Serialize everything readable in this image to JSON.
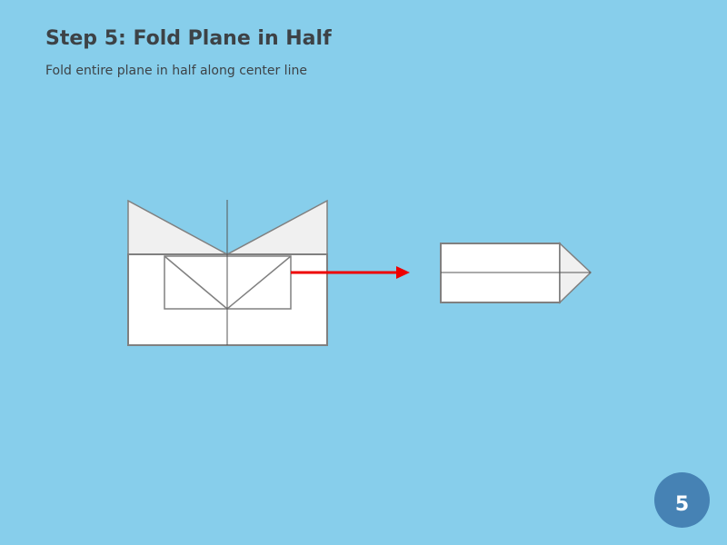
{
  "header": {
    "title": "Step 5: Fold Plane in Half",
    "instruction": "Fold entire plane in half along center line"
  },
  "step_badge": {
    "number": "5"
  },
  "colors": {
    "background": "#87CEEB",
    "paper": "#FFFFFF",
    "folded_flap": "#F0F0F0",
    "outline": "#808080",
    "crease": "#555555",
    "arrow": "#EE0000",
    "badge": "#4682B4",
    "text": "#3D4246"
  }
}
